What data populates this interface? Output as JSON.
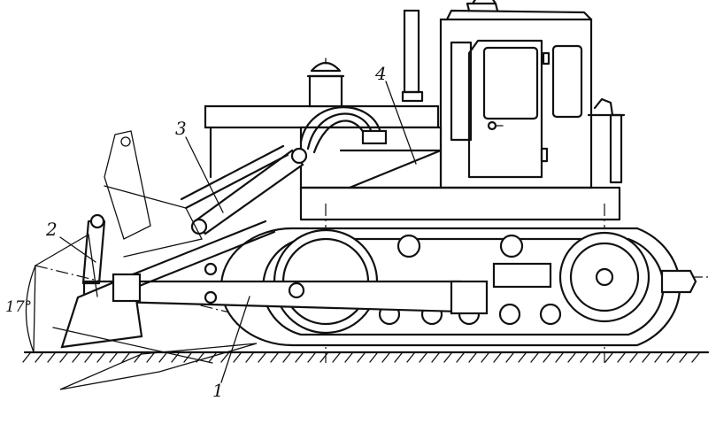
{
  "callouts": [
    {
      "id": "1",
      "text": "1"
    },
    {
      "id": "2",
      "text": "2"
    },
    {
      "id": "3",
      "text": "3"
    },
    {
      "id": "4",
      "text": "4"
    }
  ],
  "angle_label": "17°"
}
